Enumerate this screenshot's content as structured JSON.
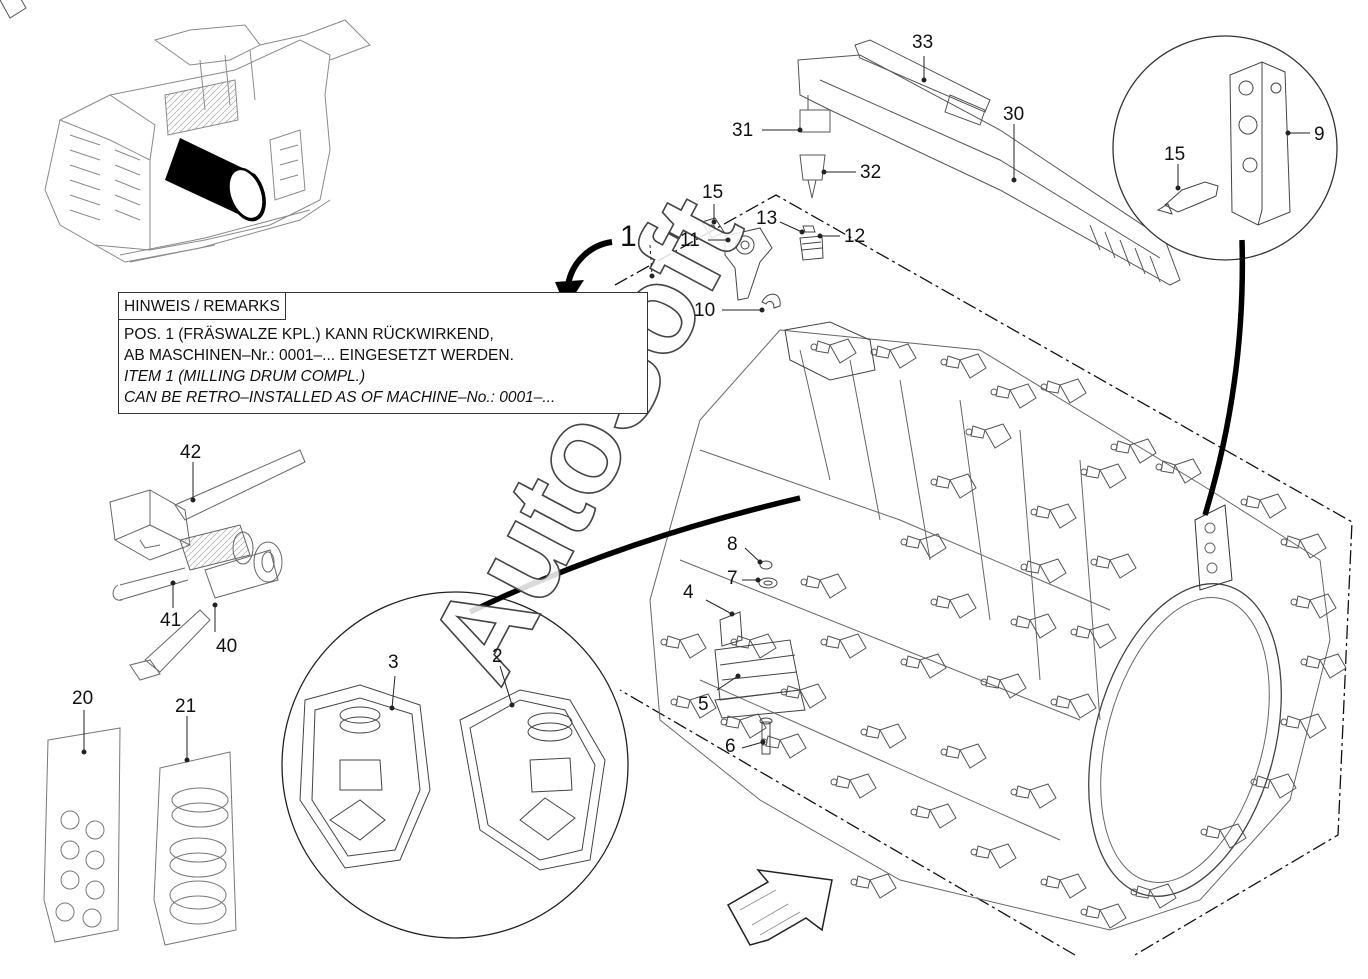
{
  "remarks": {
    "header": "HINWEIS / REMARKS",
    "lines": [
      "POS. 1 (FRÄSWALZE  KPL.) KANN RÜCKWIRKEND,",
      "AB MASCHINEN–Nr.: 0001–... EINGESETZT WERDEN.",
      "ITEM 1 (MILLING DRUM COMPL.)",
      "CAN BE RETRO–INSTALLED  AS OF MACHINE–No.: 0001–..."
    ]
  },
  "watermark": "AutoSoft",
  "callouts": {
    "c1": "1",
    "c2": "2",
    "c3": "3",
    "c4": "4",
    "c5": "5",
    "c6": "6",
    "c7": "7",
    "c8": "8",
    "c9": "9",
    "c10": "10",
    "c11": "11",
    "c12": "12",
    "c13": "13",
    "c15a": "15",
    "c15b": "15",
    "c20": "20",
    "c21": "21",
    "c30": "30",
    "c31": "31",
    "c32": "32",
    "c33": "33",
    "c40": "40",
    "c41": "41",
    "c42": "42"
  }
}
